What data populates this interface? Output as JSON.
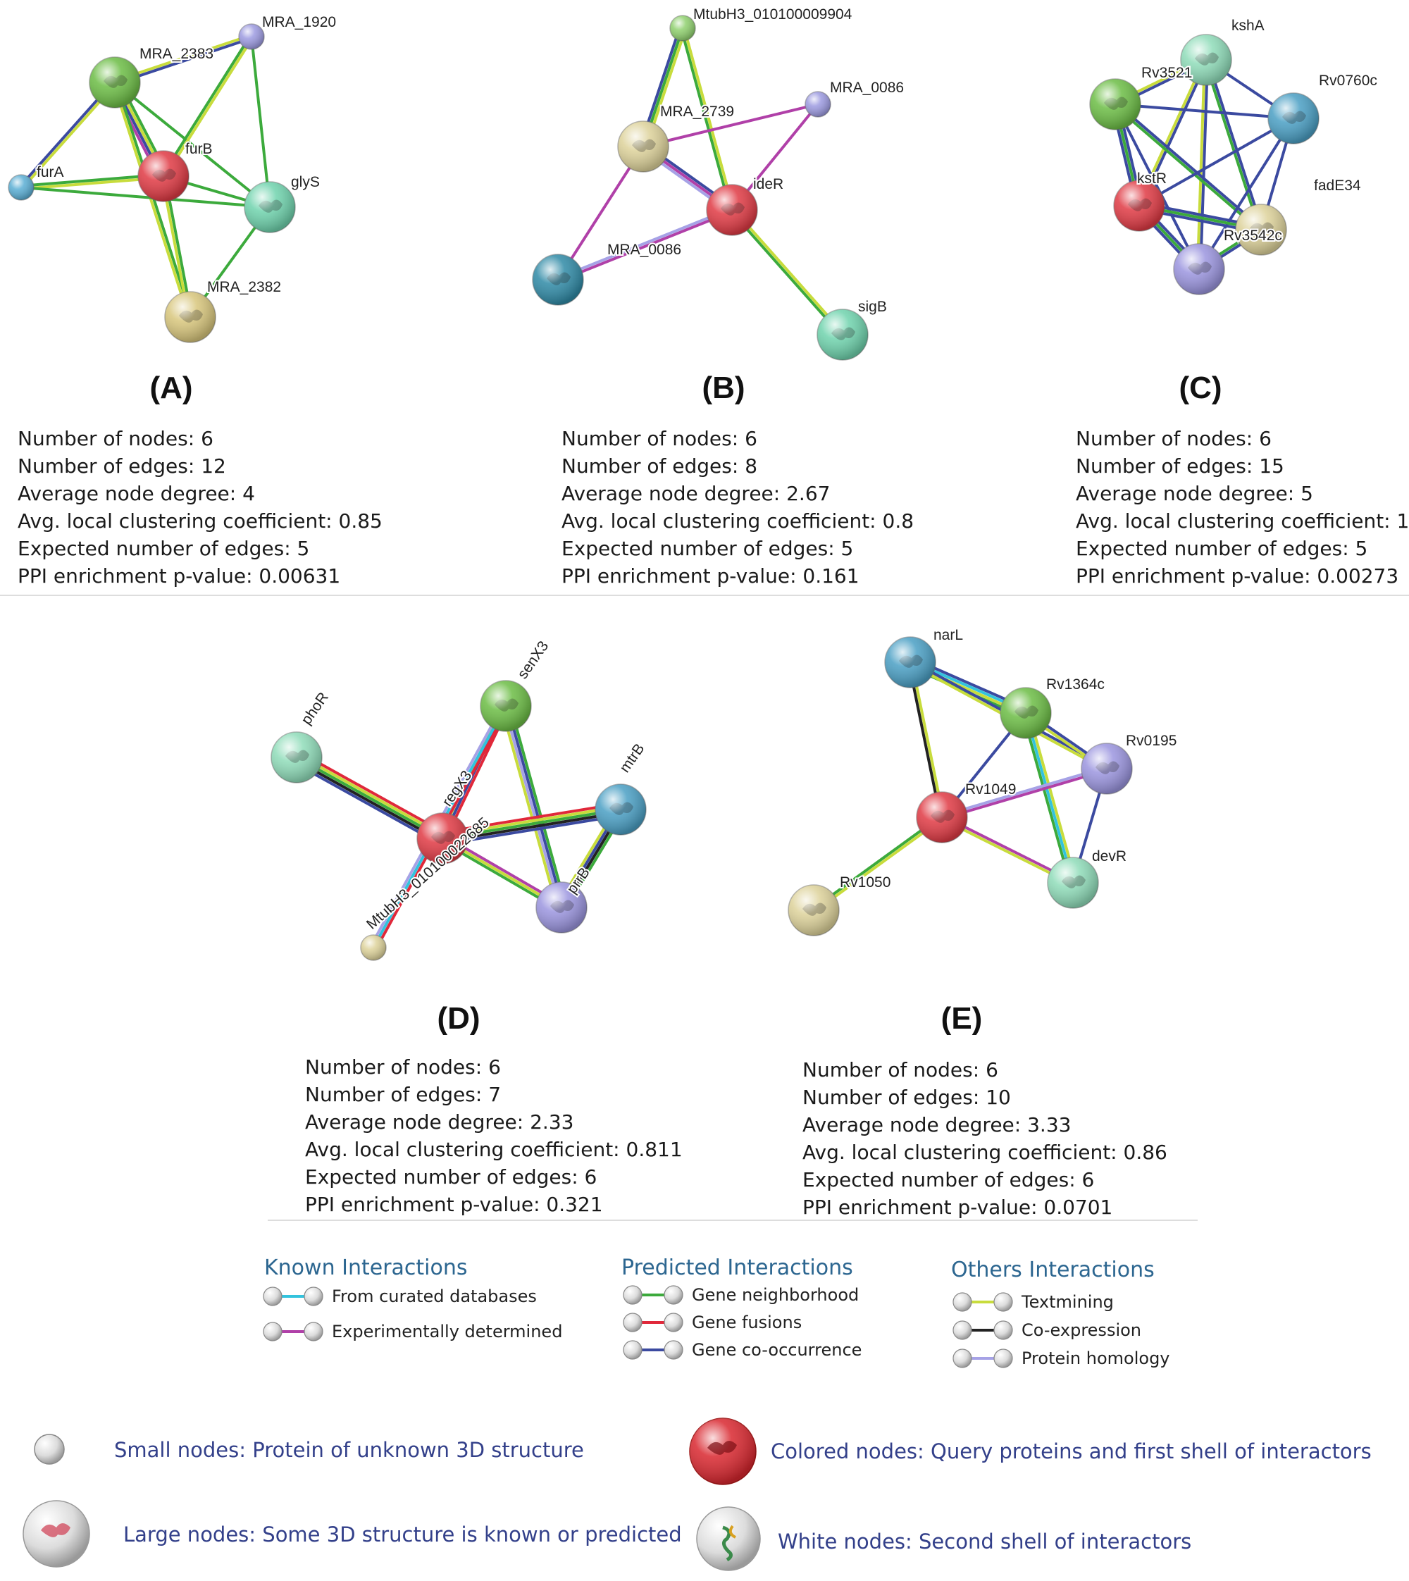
{
  "panels": [
    {
      "id": "A",
      "label": "(A)",
      "stats": [
        "Number of nodes:  6",
        "Number of edges:  12",
        "Average node degree:  4",
        "Avg. local clustering coefficient:  0.85",
        "Expected number of edges: 5",
        "PPI enrichment p-value: 0.00631"
      ],
      "nodes": [
        {
          "name": "MRA_2383",
          "color": "#6cbd45",
          "size": "large"
        },
        {
          "name": "MRA_1920",
          "color": "#9c9ae0",
          "size": "small"
        },
        {
          "name": "furB",
          "color": "#e03a44",
          "size": "large"
        },
        {
          "name": "furA",
          "color": "#5aaed4",
          "size": "small"
        },
        {
          "name": "glyS",
          "color": "#6fd3ad",
          "size": "large"
        },
        {
          "name": "MRA_2382",
          "color": "#d8c67c",
          "size": "large"
        }
      ],
      "edges": [
        {
          "source": "MRA_2383",
          "target": "MRA_1920",
          "types": [
            "textmining",
            "cooccurrence"
          ]
        },
        {
          "source": "MRA_2383",
          "target": "furB",
          "types": [
            "neighborhood",
            "textmining",
            "cooccurrence",
            "experimental"
          ]
        },
        {
          "source": "MRA_2383",
          "target": "furA",
          "types": [
            "textmining",
            "cooccurrence"
          ]
        },
        {
          "source": "MRA_2383",
          "target": "glyS",
          "types": [
            "neighborhood"
          ]
        },
        {
          "source": "MRA_2383",
          "target": "MRA_2382",
          "types": [
            "neighborhood",
            "textmining"
          ]
        },
        {
          "source": "MRA_1920",
          "target": "furB",
          "types": [
            "textmining",
            "neighborhood"
          ]
        },
        {
          "source": "MRA_1920",
          "target": "glyS",
          "types": [
            "neighborhood"
          ]
        },
        {
          "source": "furB",
          "target": "furA",
          "types": [
            "textmining",
            "neighborhood"
          ]
        },
        {
          "source": "furB",
          "target": "glyS",
          "types": [
            "neighborhood"
          ]
        },
        {
          "source": "furB",
          "target": "MRA_2382",
          "types": [
            "neighborhood",
            "textmining"
          ]
        },
        {
          "source": "furA",
          "target": "glyS",
          "types": [
            "neighborhood"
          ]
        },
        {
          "source": "glyS",
          "target": "MRA_2382",
          "types": [
            "neighborhood"
          ]
        }
      ]
    },
    {
      "id": "B",
      "label": "(B)",
      "stats": [
        "Number of nodes:  6",
        "Number of edges:  8",
        "Average node degree:  2.67",
        "Avg. local clustering coefficient:  0.8",
        "Expected number of edges: 5",
        "PPI enrichment p-value: 0.161"
      ],
      "nodes": [
        {
          "name": "MtubH3_010100009904",
          "color": "#8fd06e",
          "size": "small"
        },
        {
          "name": "MRA_0086",
          "color": "#9c9ae0",
          "size": "small"
        },
        {
          "name": "MRA_2739",
          "color": "#ddd29a",
          "size": "large"
        },
        {
          "name": "ideR",
          "color": "#e03a44",
          "size": "large"
        },
        {
          "name": "MRA_0086",
          "color": "#2f8aa6",
          "size": "large"
        },
        {
          "name": "sigB",
          "color": "#6fd3ad",
          "size": "large"
        }
      ],
      "edges": [
        {
          "source": 0,
          "target": 2,
          "types": [
            "textmining",
            "neighborhood",
            "cooccurrence"
          ]
        },
        {
          "source": 0,
          "target": 3,
          "types": [
            "textmining",
            "neighborhood"
          ]
        },
        {
          "source": 1,
          "target": 2,
          "types": [
            "experimental"
          ]
        },
        {
          "source": 1,
          "target": 3,
          "types": [
            "experimental"
          ]
        },
        {
          "source": 2,
          "target": 3,
          "types": [
            "cooccurrence",
            "experimental",
            "homology"
          ]
        },
        {
          "source": 2,
          "target": 4,
          "types": [
            "experimental"
          ]
        },
        {
          "source": 3,
          "target": 4,
          "types": [
            "experimental",
            "homology"
          ]
        },
        {
          "source": 3,
          "target": 5,
          "types": [
            "textmining",
            "neighborhood"
          ]
        }
      ]
    },
    {
      "id": "C",
      "label": "(C)",
      "stats": [
        "Number of nodes:  6",
        "Number of edges:  15",
        "Average node degree:  5",
        "Avg. local clustering coefficient:  1",
        "Expected number of edges: 5",
        "PPI enrichment p-value: 0.00273"
      ],
      "nodes": [
        {
          "name": "kshA",
          "color": "#8fdcb9",
          "size": "large"
        },
        {
          "name": "Rv3521",
          "color": "#6cbd45",
          "size": "large"
        },
        {
          "name": "Rv0760c",
          "color": "#4a9fc4",
          "size": "large"
        },
        {
          "name": "kstR",
          "color": "#e03a44",
          "size": "large"
        },
        {
          "name": "fadE34",
          "color": "#ddd29a",
          "size": "large"
        },
        {
          "name": "Rv3542c",
          "color": "#9b95df",
          "size": "large"
        }
      ],
      "edges": [
        {
          "source": 0,
          "target": 1,
          "types": [
            "cooccurrence",
            "textmining"
          ]
        },
        {
          "source": 0,
          "target": 2,
          "types": [
            "cooccurrence"
          ]
        },
        {
          "source": 0,
          "target": 3,
          "types": [
            "cooccurrence",
            "textmining"
          ]
        },
        {
          "source": 0,
          "target": 4,
          "types": [
            "cooccurrence",
            "neighborhood"
          ]
        },
        {
          "source": 0,
          "target": 5,
          "types": [
            "cooccurrence",
            "textmining"
          ]
        },
        {
          "source": 1,
          "target": 2,
          "types": [
            "cooccurrence"
          ]
        },
        {
          "source": 1,
          "target": 3,
          "types": [
            "cooccurrence",
            "neighborhood",
            "cooccurrence"
          ]
        },
        {
          "source": 1,
          "target": 4,
          "types": [
            "cooccurrence",
            "neighborhood"
          ]
        },
        {
          "source": 1,
          "target": 5,
          "types": [
            "cooccurrence"
          ]
        },
        {
          "source": 2,
          "target": 3,
          "types": [
            "cooccurrence"
          ]
        },
        {
          "source": 2,
          "target": 4,
          "types": [
            "cooccurrence"
          ]
        },
        {
          "source": 2,
          "target": 5,
          "types": [
            "cooccurrence"
          ]
        },
        {
          "source": 3,
          "target": 4,
          "types": [
            "cooccurrence",
            "neighborhood",
            "cooccurrence"
          ]
        },
        {
          "source": 3,
          "target": 5,
          "types": [
            "cooccurrence",
            "neighborhood",
            "cooccurrence"
          ]
        },
        {
          "source": 4,
          "target": 5,
          "types": [
            "cooccurrence",
            "neighborhood"
          ]
        }
      ]
    },
    {
      "id": "D",
      "label": "(D)",
      "stats": [
        "Number of nodes:  6",
        "Number of edges:  7",
        "Average node degree:  2.33",
        "Avg. local clustering coefficient:  0.811",
        "Expected number of edges: 6",
        "PPI enrichment p-value: 0.321"
      ],
      "nodes": [
        {
          "name": "phoR",
          "color": "#8fdcb9",
          "size": "large"
        },
        {
          "name": "senX3",
          "color": "#6cbd45",
          "size": "large"
        },
        {
          "name": "regX3",
          "color": "#e03a44",
          "size": "large"
        },
        {
          "name": "mtrB",
          "color": "#4a9fc4",
          "size": "large"
        },
        {
          "name": "prrB",
          "color": "#9b95df",
          "size": "large"
        },
        {
          "name": "MtubH3_010100022685",
          "color": "#ddd29a",
          "size": "small"
        }
      ],
      "edges": [
        {
          "source": 0,
          "target": 2,
          "types": [
            "fusion",
            "textmining",
            "neighborhood",
            "coexpression",
            "cooccurrence"
          ]
        },
        {
          "source": 1,
          "target": 2,
          "types": [
            "fusion",
            "cooccurrence",
            "textmining"
          ]
        },
        {
          "source": 1,
          "target": 4,
          "types": [
            "neighborhood",
            "cooccurrence",
            "homology",
            "textmining"
          ]
        },
        {
          "source": 2,
          "target": 3,
          "types": [
            "fusion",
            "textmining",
            "neighborhood",
            "coexpression",
            "cooccurrence"
          ]
        },
        {
          "source": 2,
          "target": 4,
          "types": [
            "experimental",
            "textmining",
            "neighborhood"
          ]
        },
        {
          "source": 3,
          "target": 4,
          "types": [
            "neighborhood",
            "coexpression",
            "cooccurrence",
            "textmining"
          ]
        },
        {
          "source": 1,
          "target": 5,
          "types": [
            "fusion",
            "database",
            "homology"
          ]
        }
      ]
    },
    {
      "id": "E",
      "label": "(E)",
      "stats": [
        "Number of nodes:  6",
        "Number of edges:  10",
        "Average node degree:  3.33",
        "Avg. local clustering coefficient:  0.86",
        "Expected number of edges: 6",
        "PPI enrichment p-value: 0.0701"
      ],
      "nodes": [
        {
          "name": "narL",
          "color": "#4a9fc4",
          "size": "large"
        },
        {
          "name": "Rv1364c",
          "color": "#6cbd45",
          "size": "large"
        },
        {
          "name": "Rv0195",
          "color": "#9b95df",
          "size": "large"
        },
        {
          "name": "Rv1049",
          "color": "#e03a44",
          "size": "large"
        },
        {
          "name": "devR",
          "color": "#8fdcb9",
          "size": "large"
        },
        {
          "name": "Rv1050",
          "color": "#ddd29a",
          "size": "large"
        }
      ],
      "edges": [
        {
          "source": 0,
          "target": 1,
          "types": [
            "cooccurrence",
            "database",
            "textmining",
            "neighborhood"
          ]
        },
        {
          "source": 0,
          "target": 3,
          "types": [
            "textmining",
            "coexpression"
          ]
        },
        {
          "source": 0,
          "target": 2,
          "types": [
            "cooccurrence",
            "textmining"
          ]
        },
        {
          "source": 1,
          "target": 2,
          "types": [
            "cooccurrence",
            "textmining"
          ]
        },
        {
          "source": 1,
          "target": 3,
          "types": [
            "cooccurrence"
          ]
        },
        {
          "source": 1,
          "target": 4,
          "types": [
            "textmining",
            "database",
            "neighborhood"
          ]
        },
        {
          "source": 2,
          "target": 3,
          "types": [
            "experimental",
            "homology"
          ]
        },
        {
          "source": 2,
          "target": 4,
          "types": [
            "cooccurrence"
          ]
        },
        {
          "source": 3,
          "target": 4,
          "types": [
            "experimental",
            "textmining"
          ]
        },
        {
          "source": 3,
          "target": 5,
          "types": [
            "textmining",
            "neighborhood"
          ]
        }
      ]
    }
  ],
  "edge_colors": {
    "database": "#33c3dd",
    "experimental": "#b040a8",
    "neighborhood": "#3caa3c",
    "fusion": "#e0283a",
    "cooccurrence": "#3b4aa0",
    "textmining": "#c8dc3c",
    "coexpression": "#222222",
    "homology": "#a6a2e6"
  },
  "legend": {
    "known": {
      "title": "Known Interactions",
      "items": [
        {
          "label": "From curated databases",
          "type": "database"
        },
        {
          "label": "Experimentally determined",
          "type": "experimental"
        }
      ]
    },
    "predicted": {
      "title": "Predicted Interactions",
      "items": [
        {
          "label": "Gene neighborhood",
          "type": "neighborhood"
        },
        {
          "label": "Gene fusions",
          "type": "fusion"
        },
        {
          "label": "Gene co-occurrence",
          "type": "cooccurrence"
        }
      ]
    },
    "others": {
      "title": "Others Interactions",
      "items": [
        {
          "label": "Textmining",
          "type": "textmining"
        },
        {
          "label": "Co-expression",
          "type": "coexpression"
        },
        {
          "label": "Protein homology",
          "type": "homology"
        }
      ]
    }
  },
  "node_legend": [
    {
      "key": "small",
      "text": "Small nodes:  Protein of unknown 3D structure"
    },
    {
      "key": "large",
      "text": "Large nodes:  Some 3D structure is known or predicted"
    },
    {
      "key": "colored",
      "text": "Colored nodes: Query proteins and first shell of interactors"
    },
    {
      "key": "white",
      "text": "White nodes:  Second shell of interactors"
    }
  ]
}
